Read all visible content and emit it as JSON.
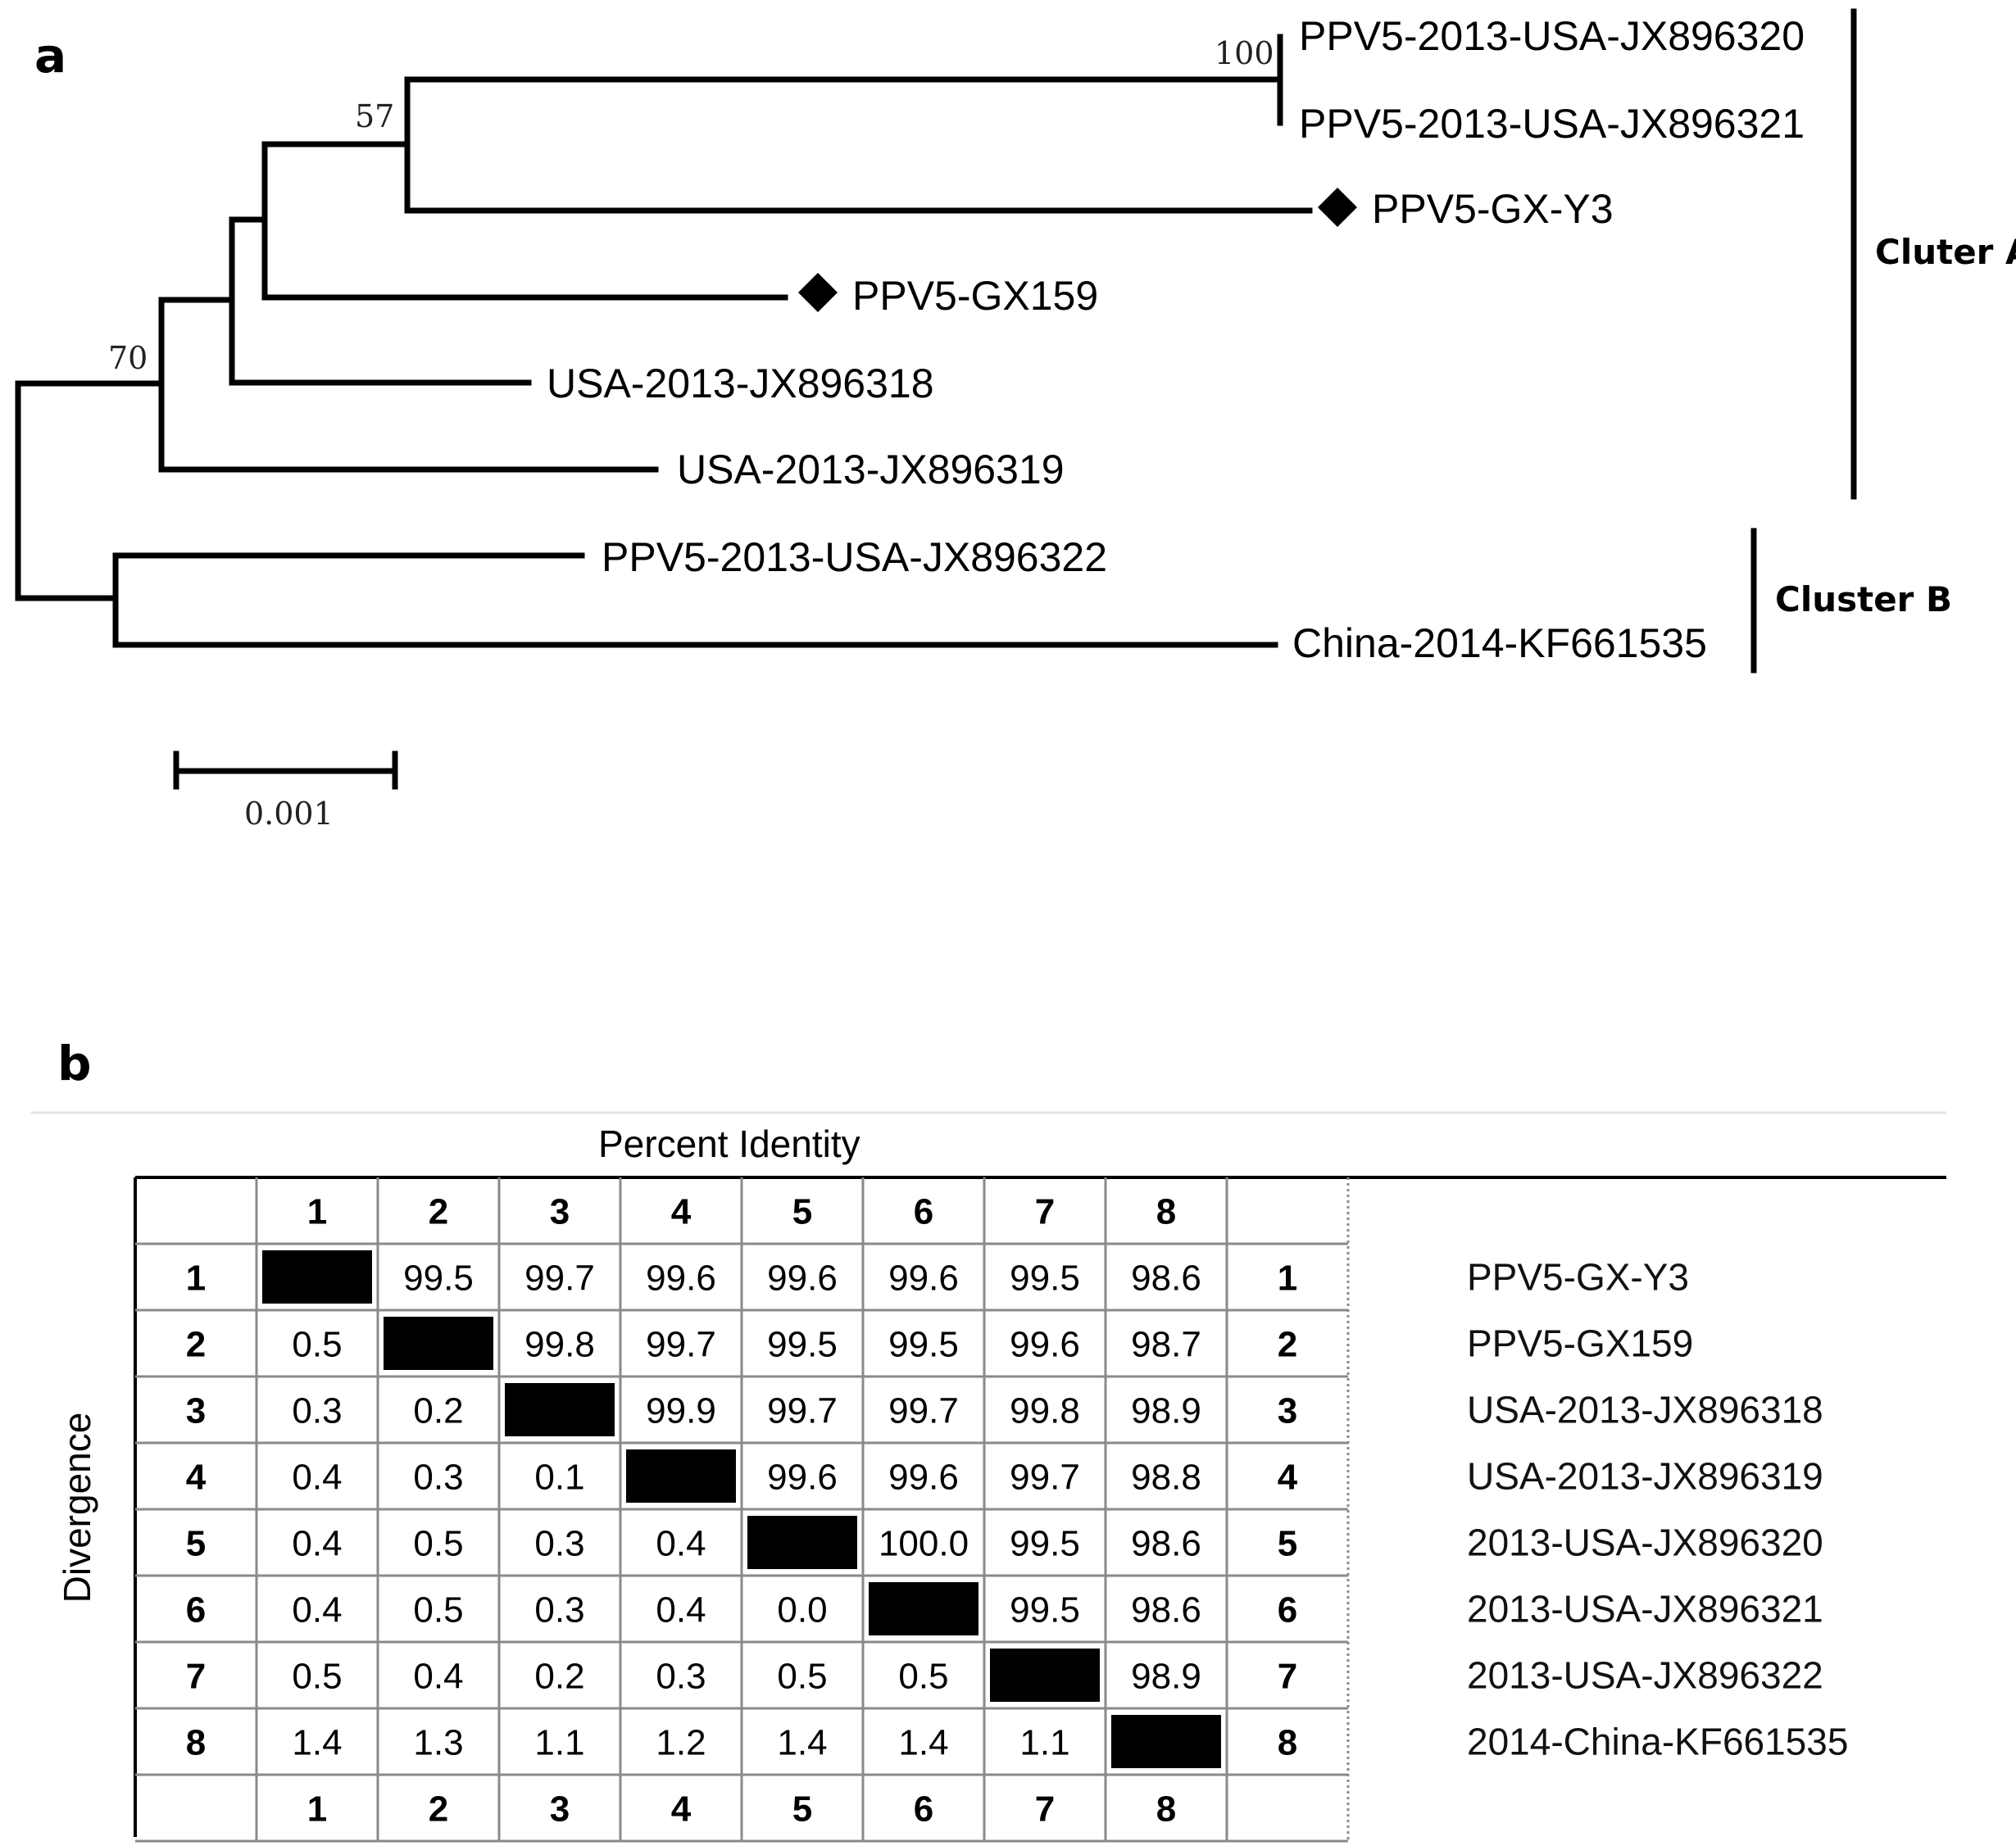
{
  "panel_a": {
    "label": "a",
    "taxa": {
      "t1": "PPV5-2013-USA-JX896320",
      "t2": "PPV5-2013-USA-JX896321",
      "t3": "PPV5-GX-Y3",
      "t4": "PPV5-GX159",
      "t5": "USA-2013-JX896318",
      "t6": "USA-2013-JX896319",
      "t7": "PPV5-2013-USA-JX896322",
      "t8": "China-2014-KF661535"
    },
    "bootstrap": {
      "b100": "100",
      "b57": "57",
      "b70": "70"
    },
    "clusters": {
      "a": "Cluter A",
      "b": "Cluster B"
    },
    "scale_bar": "0.001"
  },
  "panel_b": {
    "label": "b",
    "top_label": "Percent Identity",
    "side_label": "Divergence",
    "column_headers": [
      "1",
      "2",
      "3",
      "4",
      "5",
      "6",
      "7",
      "8"
    ],
    "rows": [
      {
        "num": "1",
        "cells": [
          "",
          "99.5",
          "99.7",
          "99.6",
          "99.6",
          "99.6",
          "99.5",
          "98.6"
        ],
        "name": "PPV5-GX-Y3"
      },
      {
        "num": "2",
        "cells": [
          "0.5",
          "",
          "99.8",
          "99.7",
          "99.5",
          "99.5",
          "99.6",
          "98.7"
        ],
        "name": "PPV5-GX159"
      },
      {
        "num": "3",
        "cells": [
          "0.3",
          "0.2",
          "",
          "99.9",
          "99.7",
          "99.7",
          "99.8",
          "98.9"
        ],
        "name": "USA-2013-JX896318"
      },
      {
        "num": "4",
        "cells": [
          "0.4",
          "0.3",
          "0.1",
          "",
          "99.6",
          "99.6",
          "99.7",
          "98.8"
        ],
        "name": "USA-2013-JX896319"
      },
      {
        "num": "5",
        "cells": [
          "0.4",
          "0.5",
          "0.3",
          "0.4",
          "",
          "100.0",
          "99.5",
          "98.6"
        ],
        "name": "2013-USA-JX896320"
      },
      {
        "num": "6",
        "cells": [
          "0.4",
          "0.5",
          "0.3",
          "0.4",
          "0.0",
          "",
          "99.5",
          "98.6"
        ],
        "name": "2013-USA-JX896321"
      },
      {
        "num": "7",
        "cells": [
          "0.5",
          "0.4",
          "0.2",
          "0.3",
          "0.5",
          "0.5",
          "",
          "98.9"
        ],
        "name": "2013-USA-JX896322"
      },
      {
        "num": "8",
        "cells": [
          "1.4",
          "1.3",
          "1.1",
          "1.2",
          "1.4",
          "1.4",
          "1.1",
          ""
        ],
        "name": "2014-China-KF661535"
      }
    ]
  }
}
